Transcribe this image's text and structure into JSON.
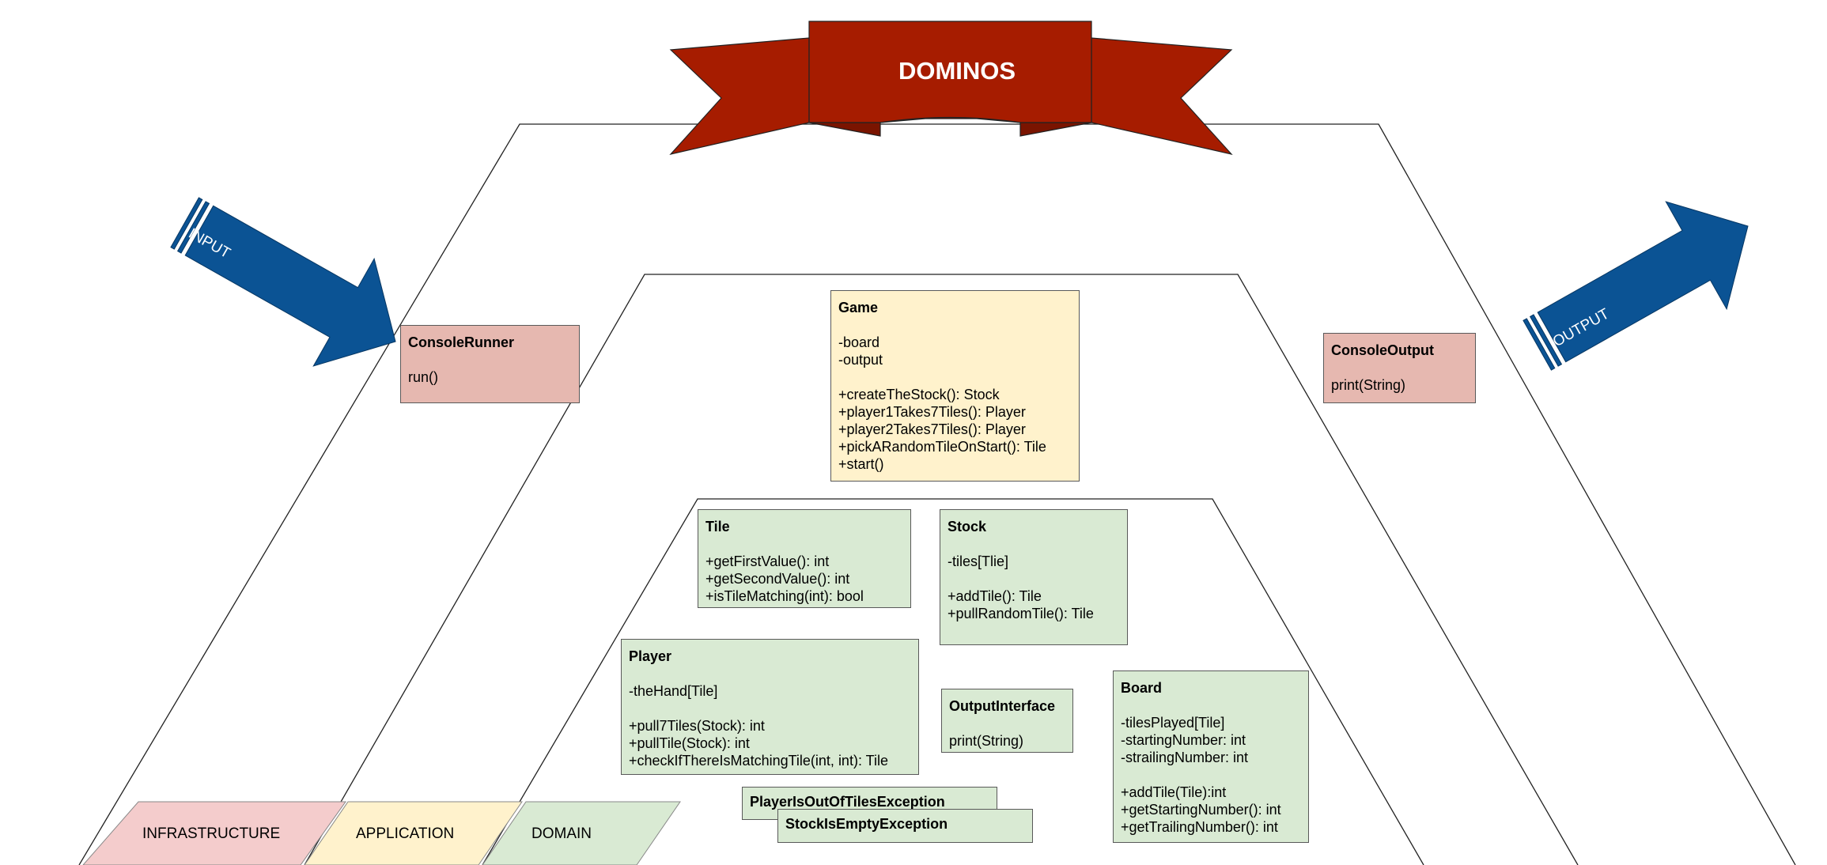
{
  "banner": {
    "title": "DOMINOS",
    "color": "#a61c00"
  },
  "arrows": {
    "input_label": "INPUT",
    "output_label": "OUTPUT",
    "color": "#0b5394"
  },
  "layers": {
    "infrastructure": {
      "label": "INFRASTRUCTURE",
      "color": "#f4cccc"
    },
    "application": {
      "label": "APPLICATION",
      "color": "#fff2cc"
    },
    "domain": {
      "label": "DOMAIN",
      "color": "#d9ead3"
    }
  },
  "classes": {
    "console_runner": {
      "title": "ConsoleRunner",
      "members": [
        "run()"
      ]
    },
    "console_output": {
      "title": "ConsoleOutput",
      "members": [
        "print(String)"
      ]
    },
    "game": {
      "title": "Game",
      "fields": [
        "-board",
        "-output"
      ],
      "methods": [
        "+createTheStock(): Stock",
        "+player1Takes7Tiles(): Player",
        "+player2Takes7Tiles(): Player",
        "+pickARandomTileOnStart(): Tile",
        "+start()"
      ]
    },
    "tile": {
      "title": "Tile",
      "methods": [
        "+getFirstValue(): int",
        "+getSecondValue(): int",
        "+isTileMatching(int): bool"
      ]
    },
    "stock": {
      "title": "Stock",
      "fields": [
        "-tiles[Tlie]"
      ],
      "methods": [
        "+addTile(): Tile",
        "+pullRandomTile(): Tile"
      ]
    },
    "player": {
      "title": "Player",
      "fields": [
        "-theHand[Tile]"
      ],
      "methods": [
        "+pull7Tiles(Stock): int",
        "+pullTile(Stock): int",
        "+checkIfThereIsMatchingTile(int, int): Tile"
      ]
    },
    "output_interface": {
      "title": "OutputInterface",
      "members": [
        "print(String)"
      ]
    },
    "board": {
      "title": "Board",
      "fields": [
        "-tilesPlayed[Tile]",
        "-startingNumber: int",
        "-strailingNumber: int"
      ],
      "methods": [
        "+addTile(Tile):int",
        "+getStartingNumber(): int",
        "+getTrailingNumber(): int"
      ]
    },
    "player_out_exception": {
      "title": "PlayerIsOutOfTilesException"
    },
    "stock_empty_exception": {
      "title": "StockIsEmptyException"
    }
  }
}
